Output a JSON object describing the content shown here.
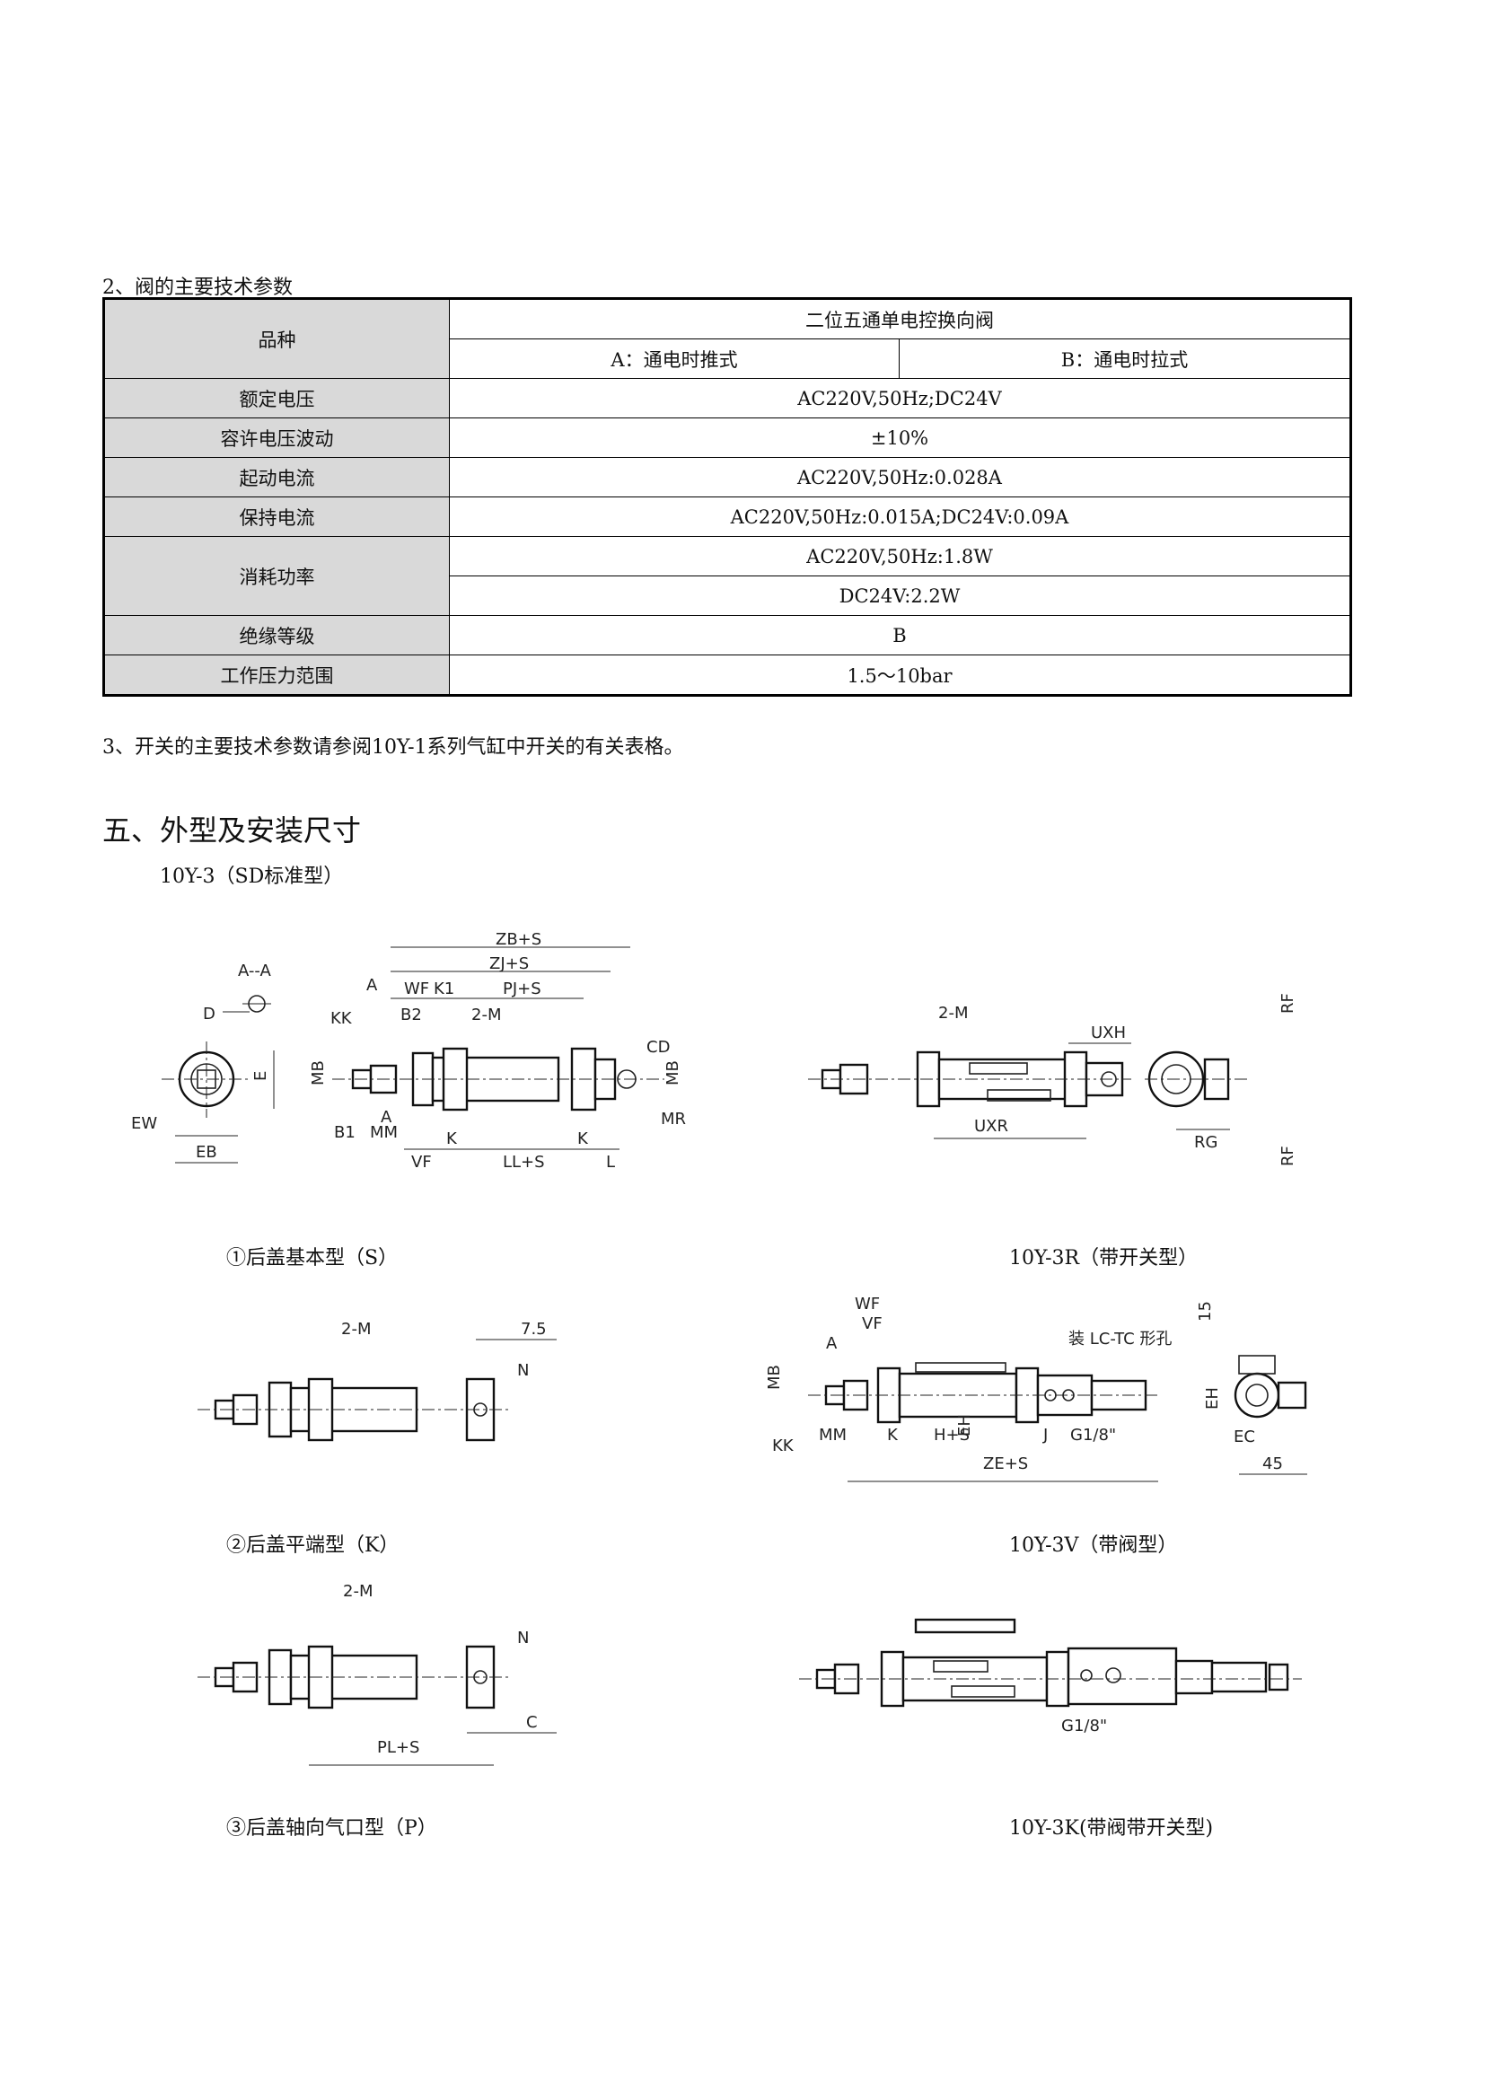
{
  "valve_section": {
    "heading": "2、阀的主要技术参数",
    "table": {
      "header_label": "品种",
      "header_title": "二位五通单电控换向阀",
      "col_a": "A：通电时推式",
      "col_b": "B：通电时拉式",
      "rows": [
        {
          "label": "额定电压",
          "value": "AC220V,50Hz;DC24V"
        },
        {
          "label": "容许电压波动",
          "value": "±10%"
        },
        {
          "label": "起动电流",
          "value": "AC220V,50Hz:0.028A"
        },
        {
          "label": "保持电流",
          "value": "AC220V,50Hz:0.015A;DC24V:0.09A"
        },
        {
          "label": "消耗功率",
          "value": "AC220V,50Hz:1.8W",
          "value2": "DC24V:2.2W"
        },
        {
          "label": "绝缘等级",
          "value": "B"
        },
        {
          "label": "工作压力范围",
          "value": "1.5～10bar"
        }
      ]
    }
  },
  "switch_note": "3、开关的主要技术参数请参阅10Y-1系列气缸中开关的有关表格。",
  "dimensions_section": {
    "title": "五、外型及安装尺寸",
    "subtitle": "10Y-3（SD标准型）",
    "captions": {
      "s": "①后盖基本型（S）",
      "r": "10Y-3R（带开关型）",
      "k": "②后盖平端型（K）",
      "v": "10Y-3V（带阀型）",
      "p": "③后盖轴向气口型（P）",
      "vk": "10Y-3K(带阀带开关型)"
    },
    "labels_s": {
      "aa": "A--A",
      "d": "D",
      "e": "E",
      "ew": "EW",
      "eb": "EB",
      "zb": "ZB+S",
      "zj": "ZJ+S",
      "a": "A",
      "wf": "WF",
      "k1": "K1",
      "pj": "PJ+S",
      "kk": "KK",
      "b2": "B2",
      "m": "2-M",
      "cd": "CD",
      "mb": "MB",
      "mr": "MR",
      "b1": "B1",
      "mm": "MM",
      "al": "A",
      "vf": "VF",
      "k": "K",
      "ll": "LL+S",
      "l": "L"
    },
    "labels_r": {
      "m": "2-M",
      "uxh": "UXH",
      "uxr": "UXR",
      "rf": "RF",
      "rg": "RG"
    },
    "labels_k": {
      "m": "2-M",
      "n": "N",
      "dim": "7.5"
    },
    "labels_v": {
      "wf": "WF",
      "vf": "VF",
      "a": "A",
      "mb": "MB",
      "kk": "KK",
      "mm": "MM",
      "k": "K",
      "hs": "H+S",
      "j": "J",
      "g": "G1/8\"",
      "ze": "ZE+S",
      "note": "装 LC-TC 形孔",
      "d15": "15",
      "eh": "EH",
      "ec": "EC",
      "d45": "45"
    },
    "labels_p": {
      "m": "2-M",
      "n": "N",
      "c": "C",
      "pl": "PL+S"
    },
    "labels_vk": {
      "g": "G1/8\""
    }
  }
}
